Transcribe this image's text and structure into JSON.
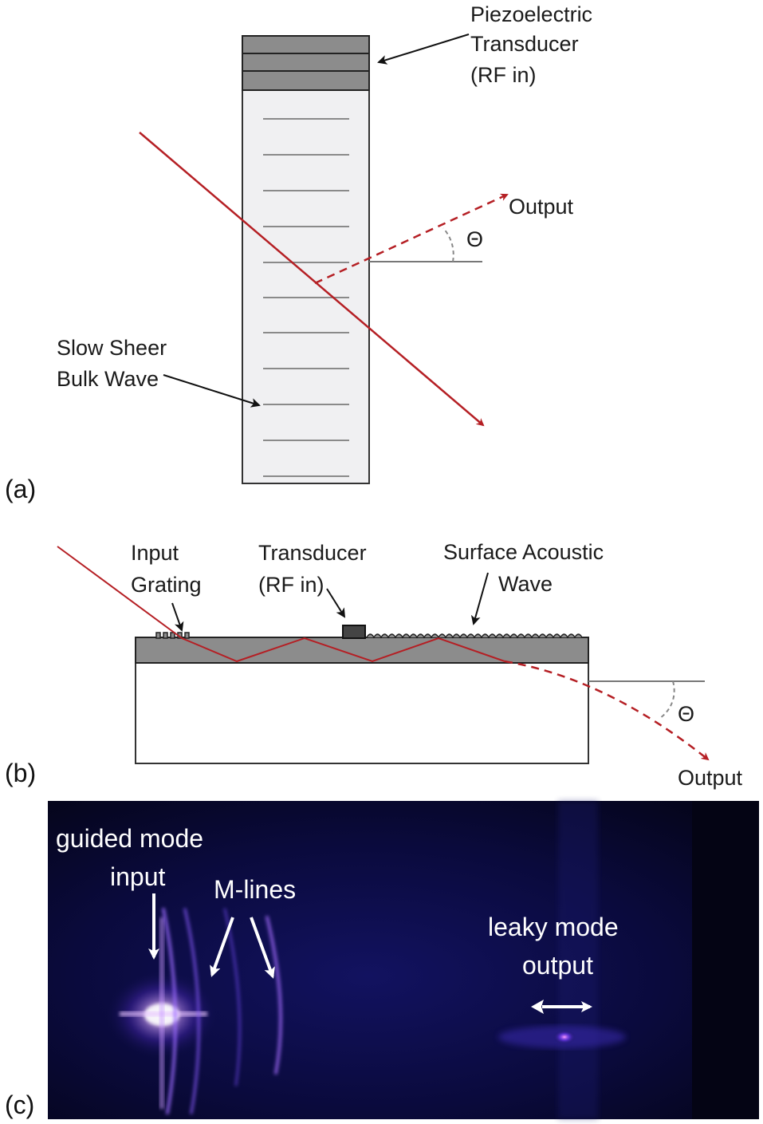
{
  "panel_a": {
    "panel_label": "(a)",
    "transducer_label": [
      "Piezoelectric",
      "Transducer",
      "(RF in)"
    ],
    "output_label": "Output",
    "angle_label": "Θ",
    "wave_label": [
      "Slow Sheer",
      "Bulk Wave"
    ]
  },
  "panel_b": {
    "panel_label": "(b)",
    "input_grating_label": [
      "Input",
      "Grating"
    ],
    "transducer_label": [
      "Transducer",
      "(RF in)"
    ],
    "saw_label": [
      "Surface Acoustic",
      "Wave"
    ],
    "angle_label": "Θ",
    "output_label": "Output"
  },
  "panel_c": {
    "panel_label": "(c)",
    "guided_label": [
      "guided mode",
      "input"
    ],
    "mlines_label": "M-lines",
    "leaky_label": [
      "leaky mode",
      "output"
    ]
  },
  "colors": {
    "beam": "#b51f24",
    "crystal_fill": "#f0f0f2",
    "guide_fill": "#8c8c8c",
    "photo_bg": "#07072a",
    "glow": "#b58cff"
  }
}
